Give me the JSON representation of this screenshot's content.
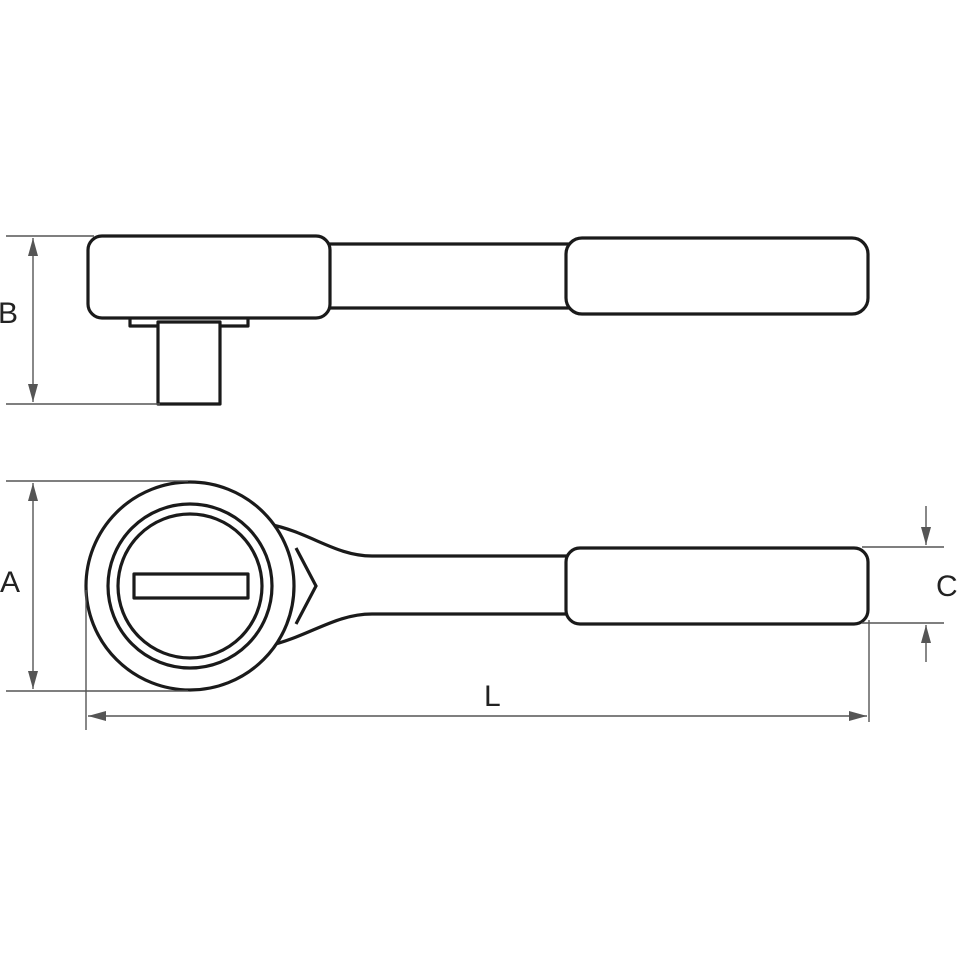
{
  "dimensions": {
    "a_label": "A",
    "b_label": "B",
    "c_label": "C",
    "l_label": "L"
  },
  "colors": {
    "outline": "#1a1a1a",
    "dimension_line": "#555555",
    "background": "#ffffff"
  }
}
